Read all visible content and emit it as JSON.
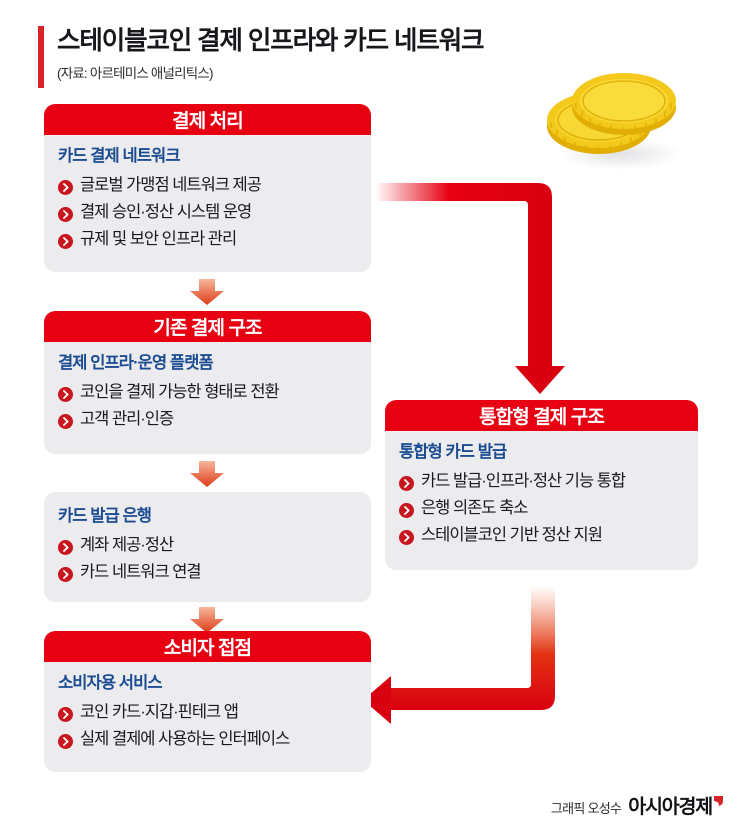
{
  "header": {
    "title": "스테이블코인 결제 인프라와 카드 네트워크",
    "source": "(자료: 아르테미스 애널리틱스)"
  },
  "colors": {
    "red": "#E60012",
    "accent_bar": "#D8232A",
    "blue": "#1B4C92",
    "box_bg": "#ECECEE",
    "coin_gold": "#F5CF22",
    "coin_gold_dark": "#E8B800"
  },
  "icons": {
    "bullet": "chevron-right-circle-icon",
    "coins": "gold-coins-icon",
    "brand_mark": "asiae-logo-mark-icon"
  },
  "left_column": [
    {
      "id": "payment-processing",
      "header": "결제 처리",
      "has_header": true,
      "subtitle": "카드 결제 네트워크",
      "bullets": [
        "글로벌 가맹점 네트워크 제공",
        "결제 승인·정산 시스템 운영",
        "규제 및 보안 인프라 관리"
      ]
    },
    {
      "id": "existing-payment-structure",
      "header": "기존 결제 구조",
      "has_header": true,
      "subtitle": "결제 인프라·운영 플랫폼",
      "bullets": [
        "코인을 결제 가능한 형태로 전환",
        "고객 관리·인증"
      ]
    },
    {
      "id": "card-issuing-bank",
      "header": "",
      "has_header": false,
      "subtitle": "카드 발급 은행",
      "bullets": [
        "계좌 제공·정산",
        "카드 네트워크 연결"
      ]
    },
    {
      "id": "consumer-touchpoint",
      "header": "소비자 접점",
      "has_header": true,
      "subtitle": "소비자용 서비스",
      "bullets": [
        "코인 카드·지갑·핀테크 앱",
        "실제 결제에 사용하는 인터페이스"
      ]
    }
  ],
  "right_column": [
    {
      "id": "integrated-payment-structure",
      "header": "통합형 결제 구조",
      "has_header": true,
      "subtitle": "통합형 카드 발급",
      "bullets": [
        "카드 발급·인프라·정산 기능 통합",
        "은행 의존도 축소",
        "스테이블코인 기반 정산 지원"
      ]
    }
  ],
  "footer": {
    "credit": "그래픽 오성수",
    "brand": "아시아경제"
  }
}
